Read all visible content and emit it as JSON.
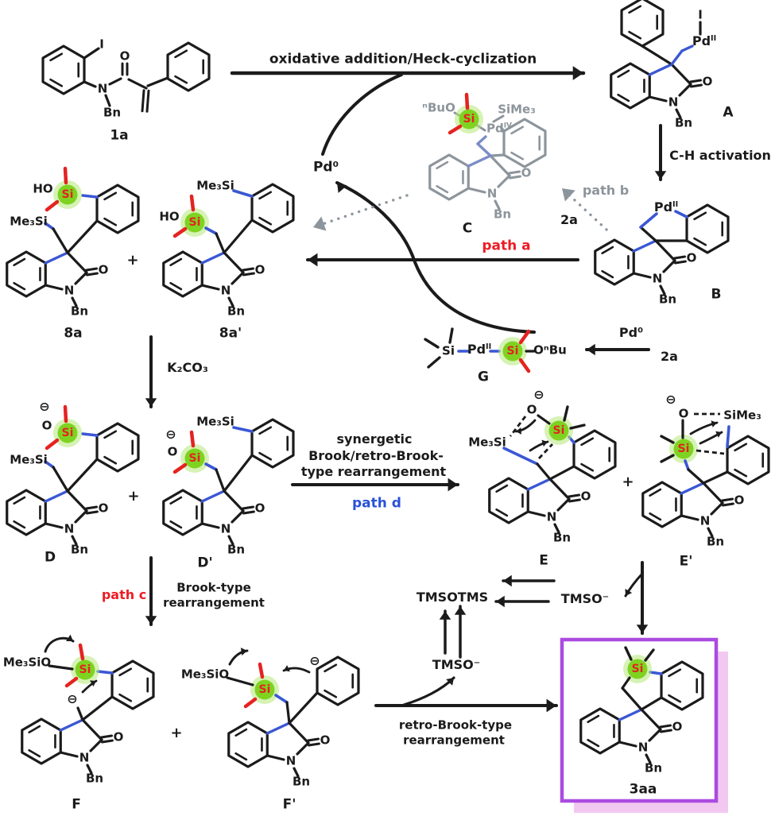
{
  "scheme": {
    "type": "reaction-mechanism-diagram",
    "arrows": {
      "oxidative": "oxidative addition/Heck-cyclization",
      "ch_activation": "C-H activation",
      "k2co3": "K₂CO₃",
      "synergetic_l1": "synergetic",
      "synergetic_l2": "Brook/retro-Brook-",
      "synergetic_l3": "type rearrangement",
      "brook_l1": "Brook-type",
      "brook_l2": "rearrangement",
      "retro_l1": "retro-Brook-type",
      "retro_l2": "rearrangement",
      "path_a": "path a",
      "path_b": "path b",
      "path_c": "path c",
      "path_d": "path d"
    },
    "species": {
      "s1a": "1a",
      "A": "A",
      "B": "B",
      "C": "C",
      "D": "D",
      "Dp": "D'",
      "E": "E",
      "Ep": "E'",
      "F": "F",
      "Fp": "F'",
      "G": "G",
      "s8a": "8a",
      "s8ap": "8a'",
      "s2a": "2a",
      "s3aa": "3aa"
    },
    "reagents": {
      "pd0": "Pd⁰",
      "tmsotms": "TMSOTMS",
      "tmso": "TMSO⁻"
    },
    "atoms": {
      "N": "N",
      "O": "O",
      "I": "I",
      "Si": "Si",
      "Bn": "Bn",
      "HO": "HO",
      "me3si": "Me₃Si",
      "sime3": "SiMe₃",
      "me3sio": "Me₃SiO",
      "nbuo": "ⁿBuO",
      "onbu": "OⁿBu",
      "pd": "Pd",
      "supII": "II",
      "supIV": "IV",
      "minus_circle": "⊖",
      "plus": "+"
    },
    "colors": {
      "black": "#1b1b1b",
      "gray": "#8d959c",
      "bond_blue": "#3a57d4",
      "red": "#e42320",
      "si_green": "#7ed321",
      "path_red": "#ed1c24",
      "path_blue": "#2a52d8",
      "box_purple": "#ab4be0",
      "box_pink": "#f2c8f0"
    }
  }
}
